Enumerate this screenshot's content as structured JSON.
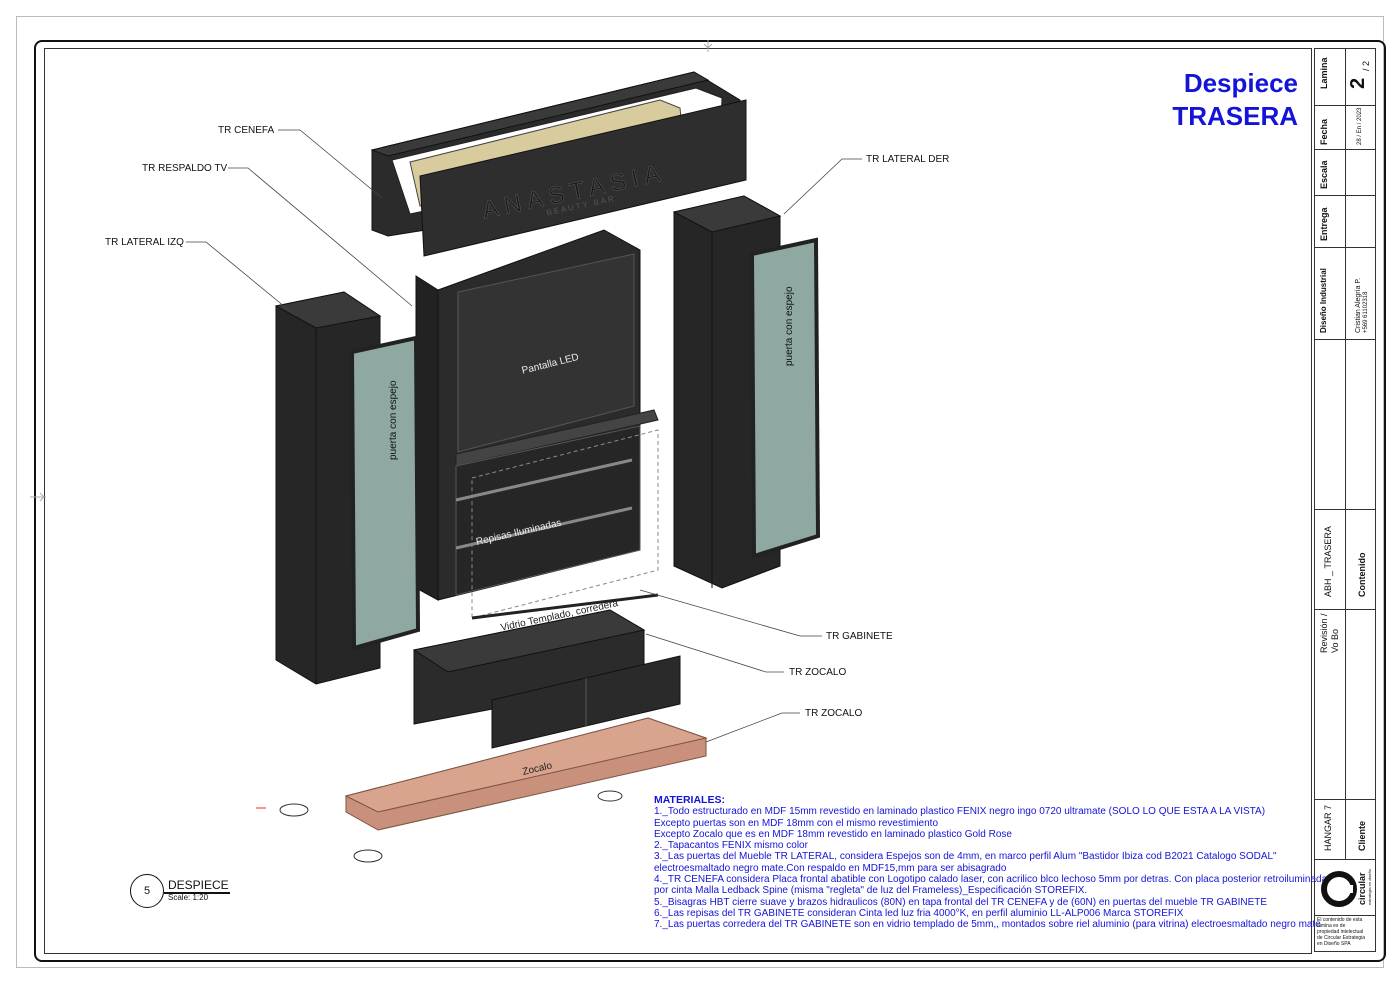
{
  "title": {
    "line1": "Despiece",
    "line2": "TRASERA"
  },
  "callouts": {
    "cenefa": "TR CENEFA",
    "respaldo_tv": "TR RESPALDO TV",
    "lateral_izq": "TR LATERAL IZQ",
    "lateral_der": "TR LATERAL DER",
    "gabinete": "TR GABINETE",
    "zocalo_1": "TR ZOCALO",
    "zocalo_2": "TR ZOCALO"
  },
  "drawing_labels": {
    "brand_logo": "ANASTASIA",
    "brand_sub": "BEAUTY BAR",
    "pantalla": "Pantalla LED",
    "repisas": "Repisas Iluminadas",
    "vidrio": "Vidrio Templado, corredera",
    "puerta_izq": "puerta con espejo",
    "puerta_der": "puerta con espejo",
    "zocalo": "Zocalo"
  },
  "materials": {
    "heading": "MATERIALES:",
    "lines": [
      "1._Todo estructurado en MDF 15mm revestido en laminado plastico FENIX negro ingo 0720 ultramate (SOLO LO QUE ESTA A LA VISTA)",
      "Excepto puertas son en MDF 18mm con el mismo revestimiento",
      "Excepto Zocalo que es en MDF 18mm revestido en laminado plastico Gold Rose",
      "2._Tapacantos FENIX mismo color",
      "3._Las puertas del Mueble TR LATERAL, considera Espejos son de 4mm, en marco perfil Alum \"Bastidor Ibiza cod B2021 Catalogo SODAL\"",
      "electroesmaltado negro mate.Con respaldo en MDF15,mm para ser abisagrado",
      "4._TR CENEFA considera Placa frontal abatible con Logotipo calado laser, con acrilico blco lechoso 5mm por detras. Con placa posterior retroiluminada",
      "por cinta Malla Ledback Spine (misma \"regleta\" de luz del Frameless)_Especificación STOREFIX.",
      "5._Bisagras HBT cierre suave y  brazos hidraulicos (80N) en tapa frontal del TR CENEFA y de (60N) en puertas del mueble TR GABINETE",
      "6._Las repisas del TR GABINETE consideran Cinta led luz fria 4000°K, en perfil aluminio LL-ALP006 Marca STOREFIX",
      "7._Las puertas corredera del TR GABINETE son en vidrio templado de 5mm,, montados sobre riel aluminio (para vitrina) electroesmaltado negro mate"
    ]
  },
  "detail": {
    "number": "5",
    "name": "DESPIECE",
    "scale": "Scale: 1:20"
  },
  "title_block": {
    "lamina_label": "Lamina",
    "lamina_value": "2",
    "lamina_total": "/ 2",
    "fecha_label": "Fecha",
    "fecha_value": "28 / En / 2023",
    "escala_label": "Escala",
    "entrega_label": "Entrega",
    "diseno_label": "Diseño Industrial",
    "designer_name": "Cristian Alegría P.",
    "designer_phone": "+569 61102318",
    "revision_label": "Revisión /",
    "vobo_label": "Vo Bo",
    "contenido_value": "ABH _ TRASERA",
    "contenido_label": "Contenido",
    "cliente_value": "HANGAR 7",
    "cliente_label": "Cliente",
    "company_name": "circular",
    "company_sub": "estrategia en diseño",
    "legal_note": [
      "El contenido de esta",
      "lámina es de",
      "propiedad intelectual",
      "de Circular Estrategia",
      "en Diseño SPA"
    ]
  },
  "colors": {
    "title_blue": "#1414d8",
    "furniture": "#2b2b2b",
    "mirror": "#8fa9a2",
    "zocalo": "#c9917c"
  }
}
